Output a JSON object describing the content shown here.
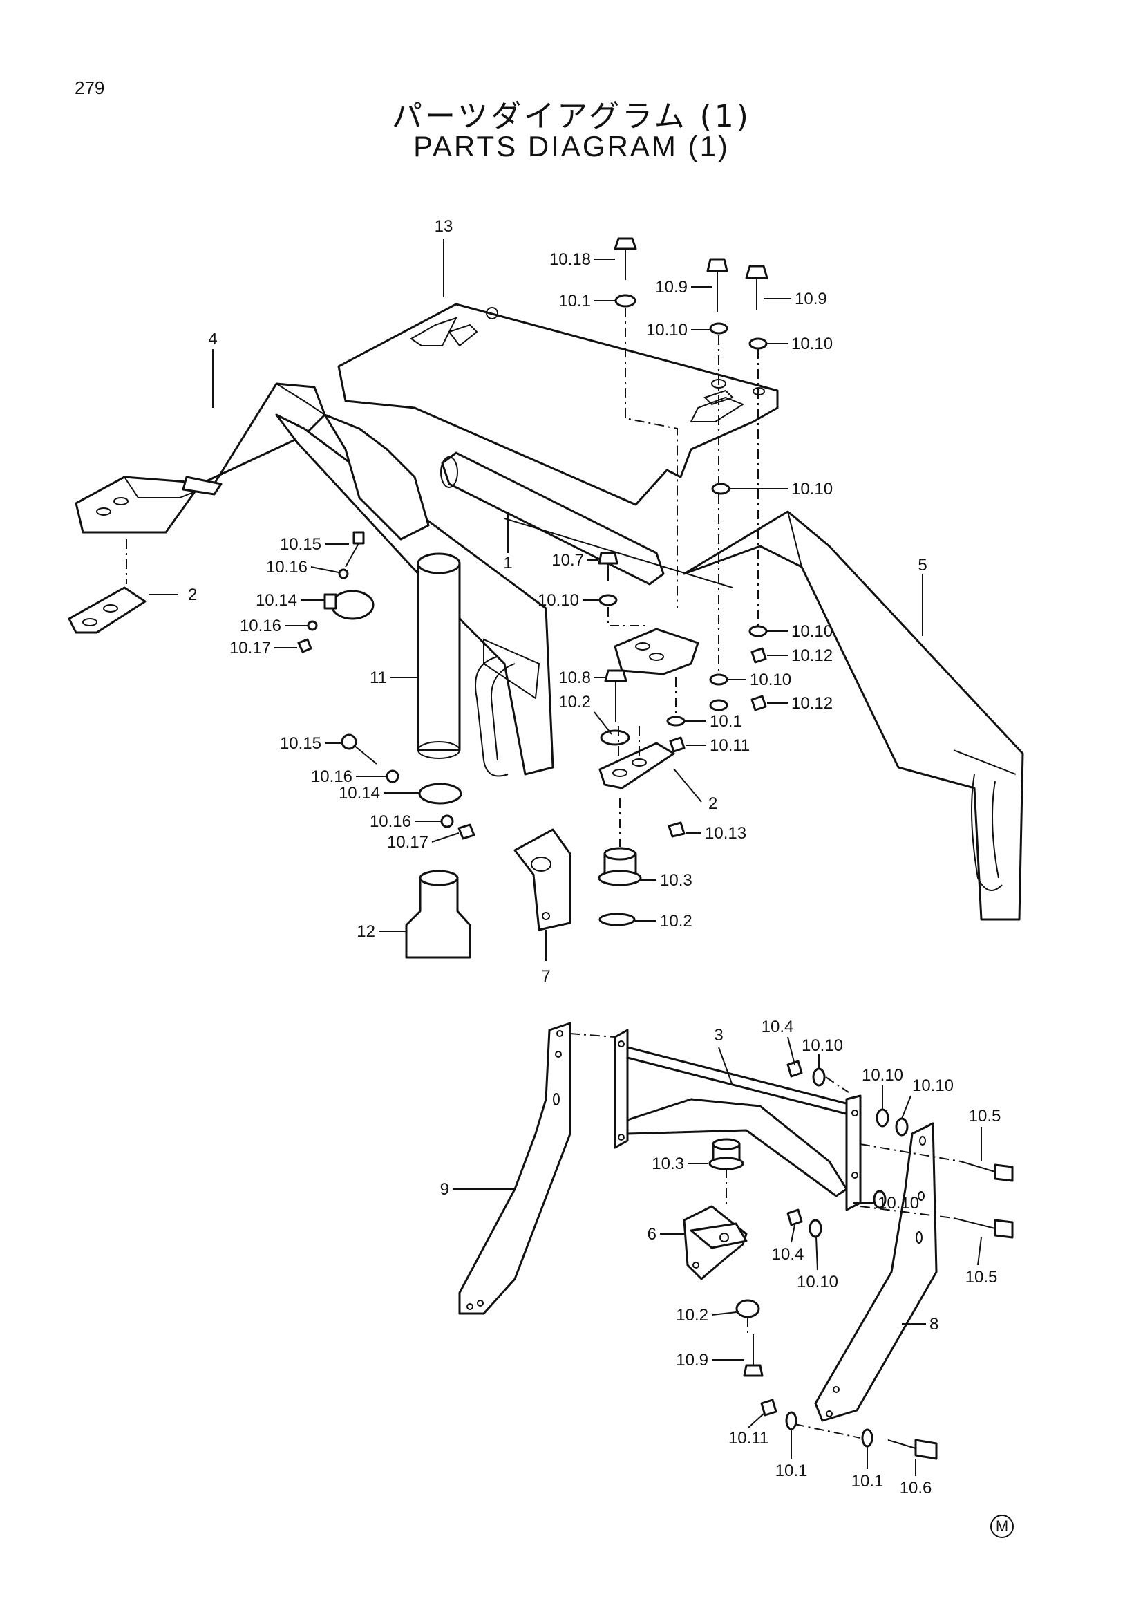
{
  "page_number": "279",
  "title_jp": "パーツダイアグラム (1)",
  "title_en": "PARTS DIAGRAM (1)",
  "corner_mark": "M",
  "callouts": {
    "c13": "13",
    "c4": "4",
    "c2a": "2",
    "c1": "1",
    "c5": "5",
    "c11": "11",
    "c12": "12",
    "c7": "7",
    "c2b": "2",
    "c10_18": "10.18",
    "c10_1a": "10.1",
    "c10_9a": "10.9",
    "c10_9b": "10.9",
    "c10_10a": "10.10",
    "c10_10b": "10.10",
    "c10_10c": "10.10",
    "c10_15a": "10.15",
    "c10_16a": "10.16",
    "c10_14a": "10.14",
    "c10_16b": "10.16",
    "c10_17a": "10.17",
    "c10_7": "10.7",
    "c10_10d": "10.10",
    "c10_10e": "10.10",
    "c10_12a": "10.12",
    "c10_8": "10.8",
    "c10_10f": "10.10",
    "c10_12b": "10.12",
    "c10_2a": "10.2",
    "c10_1b": "10.1",
    "c10_11a": "10.11",
    "c10_15b": "10.15",
    "c10_16c": "10.16",
    "c10_14b": "10.14",
    "c10_16d": "10.16",
    "c10_17b": "10.17",
    "c10_13": "10.13",
    "c10_3a": "10.3",
    "c10_2b": "10.2",
    "c3": "3",
    "c10_4a": "10.4",
    "c10_10g": "10.10",
    "c10_10h": "10.10",
    "c10_10i": "10.10",
    "c10_5a": "10.5",
    "c9": "9",
    "c10_3b": "10.3",
    "c6": "6",
    "c10_4b": "10.4",
    "c10_10j": "10.10",
    "c10_10k": "10.10",
    "c10_5b": "10.5",
    "c8": "8",
    "c10_2c": "10.2",
    "c10_9c": "10.9",
    "c10_11b": "10.11",
    "c10_1c": "10.1",
    "c10_1d": "10.1",
    "c10_6": "10.6"
  }
}
